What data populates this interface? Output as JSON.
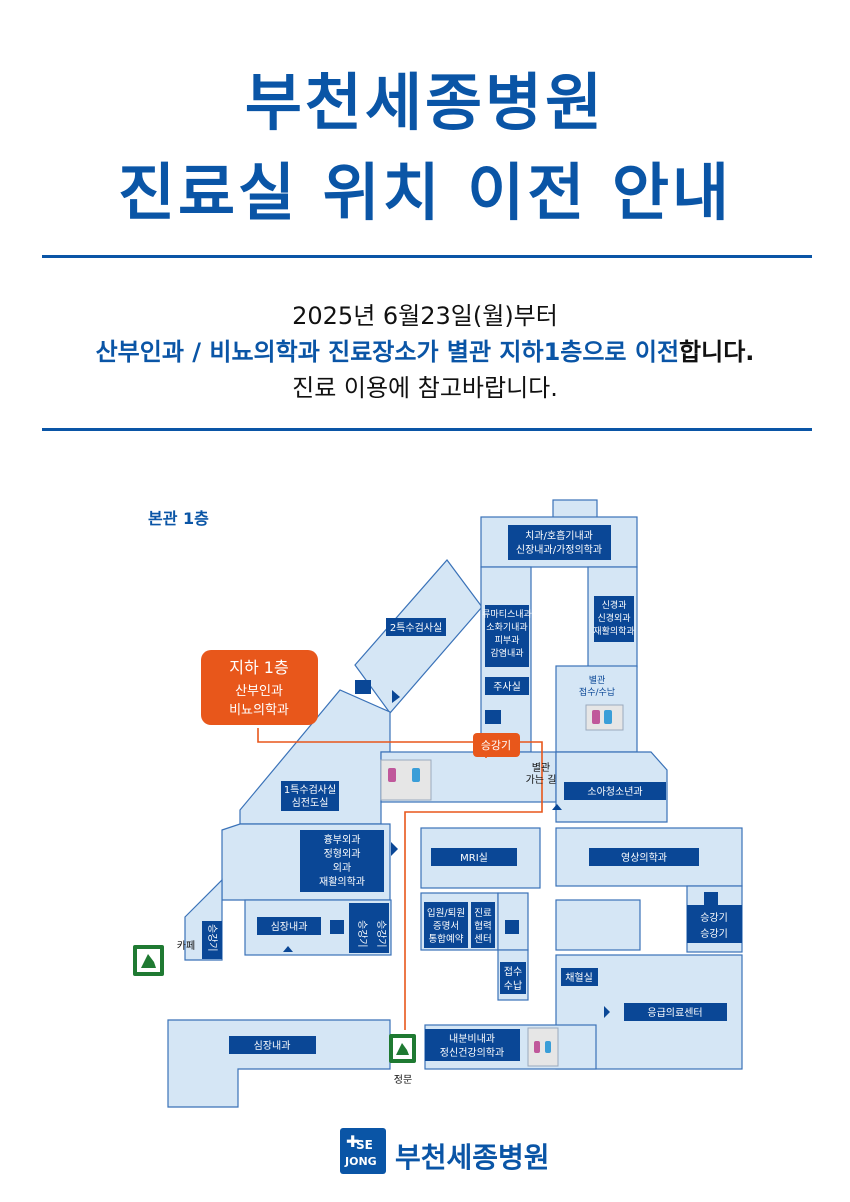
{
  "title": {
    "line1": "부천세종병원",
    "line2": "진료실 위치 이전 안내"
  },
  "notice": {
    "line1": "2025년 6월23일(월)부터",
    "line2_blue": "산부인과 / 비뇨의학과 진료장소가 별관 지하1층으로 이전",
    "line2_tail": "합니다.",
    "line3": "진료 이용에 참고바랍니다."
  },
  "map": {
    "floor_label": "본관 1층",
    "callout": {
      "title": "지하 1층",
      "line1": "산부인과",
      "line2": "비뇨의학과"
    },
    "rooms": {
      "dental": "치과/호흡기내과",
      "dental2": "신장내과/가정의학과",
      "neuro1": "신경과",
      "neuro2": "신경외과",
      "neuro3": "재활의학과",
      "special2": "2특수검사실",
      "rheum1": "류마티스내과",
      "rheum2": "소화기내과",
      "rheum3": "피부과",
      "rheum4": "감염내과",
      "injection": "주사실",
      "annex_reception1": "별관",
      "annex_reception2": "접수/수납",
      "elevator_main": "승강기",
      "annex_path1": "별관",
      "annex_path2": "가는 길",
      "special1a": "1특수검사실",
      "special1b": "심전도실",
      "pediatric": "소아청소년과",
      "chest1": "흉부외과",
      "chest2": "정형외과",
      "chest3": "외과",
      "chest4": "재활의학과",
      "mri": "MRI실",
      "radiology": "영상의학과",
      "cardio_small": "심장내과",
      "elev_a": "승강기",
      "elev_b": "승강기",
      "elev_c": "승강기",
      "elev_d": "승강기",
      "elev_left": "승강기",
      "cafe": "카페",
      "admission1": "입원/퇴원",
      "admission2": "증명서",
      "admission3": "통합예약",
      "coop1": "진료",
      "coop2": "협력",
      "coop3": "센터",
      "reception1": "접수",
      "reception2": "수납",
      "blood": "채혈실",
      "emergency": "응급의료센터",
      "cardio_big": "심장내과",
      "endo1": "내분비내과",
      "endo2": "정신건강의학과",
      "gate": "정문"
    }
  },
  "footer": {
    "logo_se": "SE",
    "logo_jong": "JONG",
    "name": "부천세종병원"
  },
  "colors": {
    "brand": "#0a55a6",
    "room_fill": "#d5e6f5",
    "room_stroke": "#3a72b8",
    "label_fill": "#0a4796",
    "callout": "#e8571b",
    "exit_green": "#1f7a32"
  }
}
